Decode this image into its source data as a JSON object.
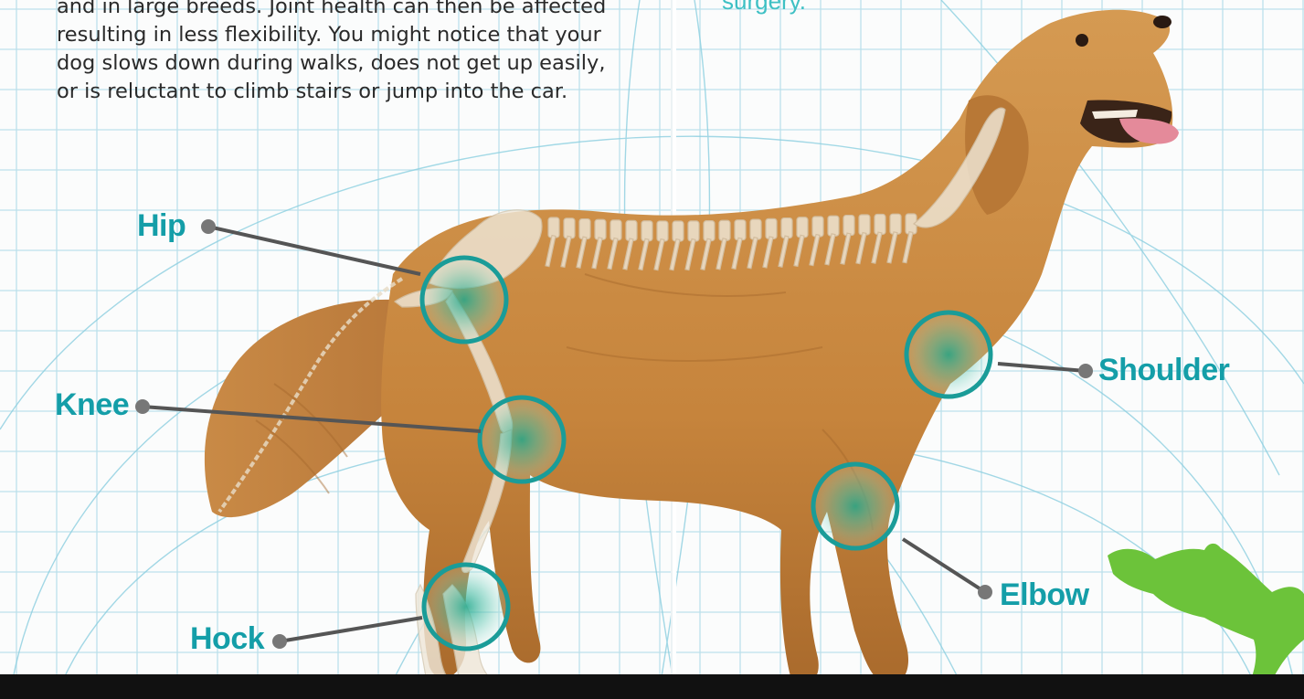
{
  "intro_lines": [
    "and in large breeds. Joint health can then be affected",
    "resulting in less flexibility. You might notice that your",
    "dog slows down during walks, does not get up easily,",
    "or is reluctant to climb stairs or jump into the car."
  ],
  "surgery_fragment": "surgery.",
  "joints": {
    "hip": "Hip",
    "knee": "Knee",
    "hock": "Hock",
    "shoulder": "Shoulder",
    "elbow": "Elbow"
  },
  "colors": {
    "label_teal": "#149ea8",
    "ring_teal": "#1a9c98",
    "fur": "#c98a42",
    "grid": "#a8d8e6",
    "bottom_bar": "#111111",
    "silhouette_green": "#6cc33a"
  }
}
